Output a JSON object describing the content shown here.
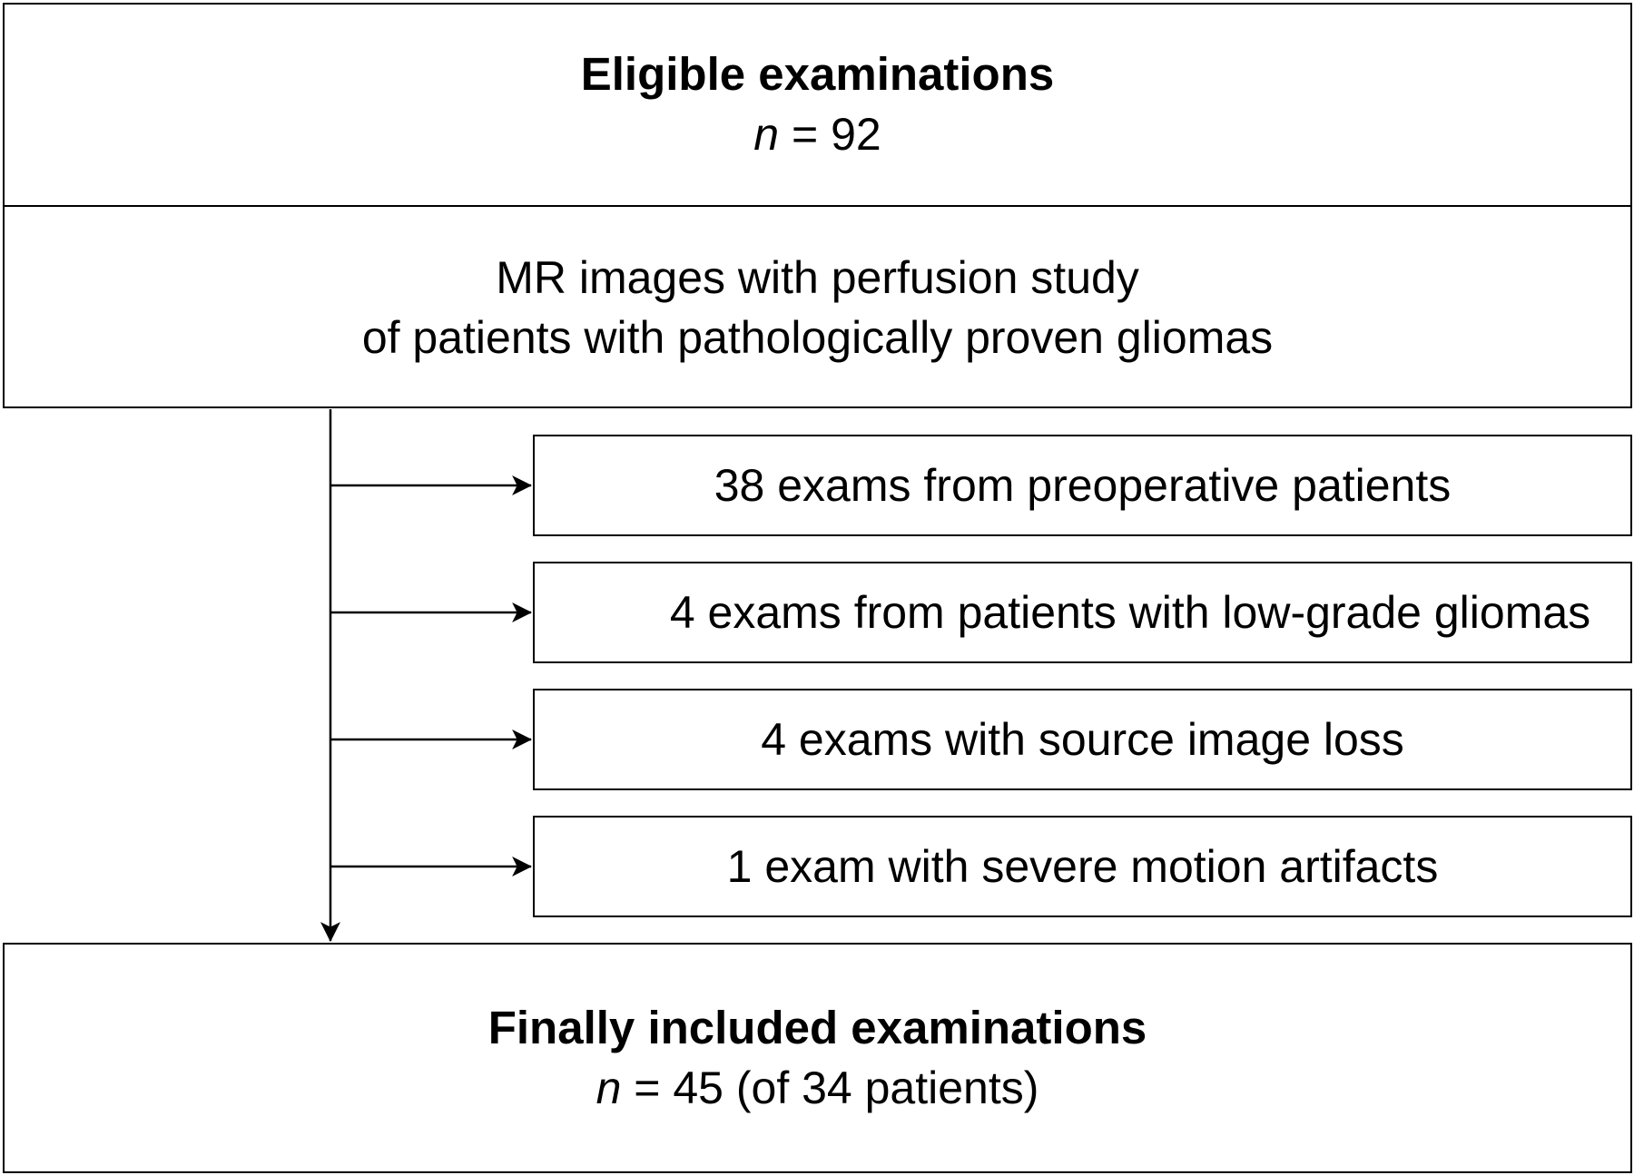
{
  "eligible": {
    "title": "Eligible examinations",
    "n_symbol": "n",
    "n_value": " = 92"
  },
  "source": {
    "line1": "MR images with perfusion study",
    "line2": "of patients with pathologically proven gliomas"
  },
  "exclusions": [
    {
      "label": "38 exams from preoperative patients"
    },
    {
      "label": "4 exams from patients with low-grade gliomas"
    },
    {
      "label": "4 exams with source image loss"
    },
    {
      "label": "1 exam with severe motion artifacts"
    }
  ],
  "included": {
    "title": "Finally included examinations",
    "n_symbol": "n",
    "n_value": " = 45 (of 34 patients)"
  },
  "colors": {
    "stroke": "#000000",
    "background": "#ffffff"
  }
}
